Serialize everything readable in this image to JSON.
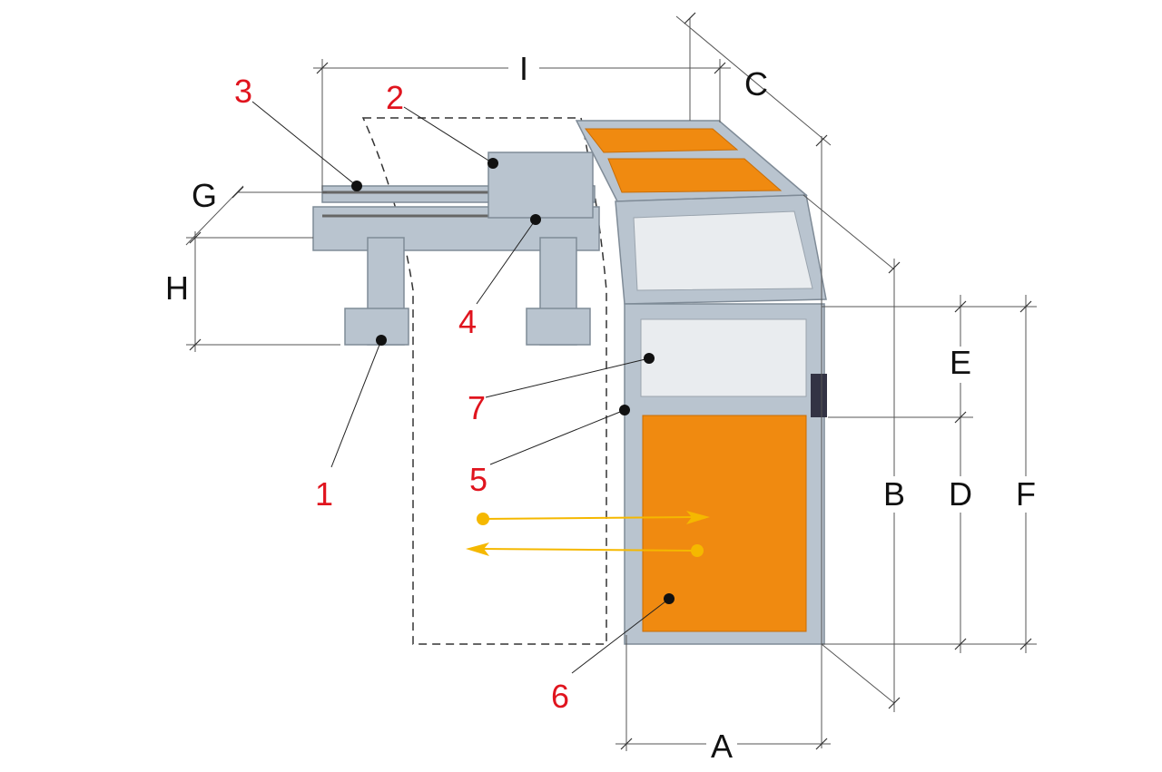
{
  "dimension_labels": {
    "A": "A",
    "B": "B",
    "C": "C",
    "D": "D",
    "E": "E",
    "F": "F",
    "G": "G",
    "H": "H",
    "I": "I"
  },
  "callouts": [
    "1",
    "2",
    "3",
    "4",
    "5",
    "6",
    "7"
  ],
  "colors": {
    "callout": "#e0141e",
    "arrow": "#f5b800",
    "panel": "#f08a10",
    "frame": "#b9c4cf"
  }
}
